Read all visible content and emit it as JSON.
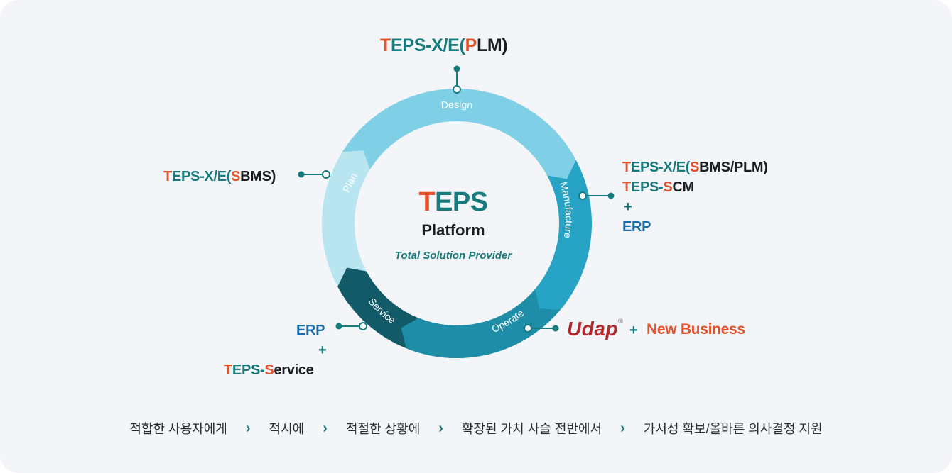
{
  "center": {
    "title": "TEPS",
    "subtitle": "Platform",
    "tagline": "Total Solution Provider"
  },
  "segments": {
    "design": "Design",
    "manufacture": "Manufacture",
    "operate": "Operate",
    "service": "Service",
    "plan": "Plan"
  },
  "labels": {
    "top": {
      "p1": "T",
      "p2": "EPS-X/E(",
      "p3": "P",
      "p4": "LM)"
    },
    "left": {
      "p1": "T",
      "p2": "EPS-X/E(",
      "p3": "S",
      "p4": "BMS)"
    },
    "right": {
      "line1": {
        "p1": "T",
        "p2": "EPS-X/E(",
        "p3": "S",
        "p4": "BMS/PLM)"
      },
      "line2": {
        "p1": "T",
        "p2": "EPS-",
        "p3": "S",
        "p4": "CM"
      },
      "plus": "+",
      "line4": "ERP"
    },
    "bottom_left": {
      "line1": "ERP",
      "plus": "+",
      "line3": {
        "p1": "T",
        "p2": "EPS-",
        "p3": "S",
        "p4": "ervice"
      }
    },
    "bottom_right": {
      "logo": "Udap",
      "reg": "®",
      "plus": "+",
      "text": "New Business"
    }
  },
  "flow": [
    "적합한 사용자에게",
    "적시에",
    "적절한 상황에",
    "확장된 가치 사슬 전반에서",
    "가시성 확보/올바른 의사결정 지원"
  ],
  "colors": {
    "design": "#7fd0e6",
    "manufacture": "#27a3c6",
    "operate": "#1e8ea8",
    "service": "#135a68",
    "plan": "#b9e5f1",
    "accent_orange": "#e5522a",
    "accent_teal": "#177a7c",
    "accent_blue": "#1a6ea8"
  }
}
